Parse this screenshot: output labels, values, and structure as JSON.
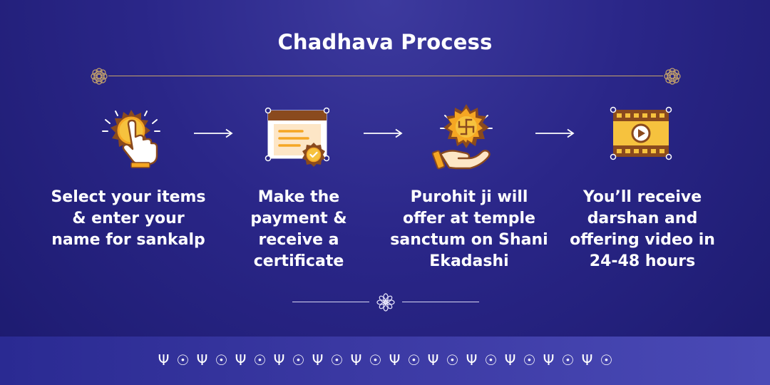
{
  "header": {
    "title": "Chadhava Process"
  },
  "steps": [
    {
      "icon": "tap-hand-icon",
      "text": "Select your items & enter your name for sankalp"
    },
    {
      "icon": "certificate-icon",
      "text": "Make the payment & receive a certificate"
    },
    {
      "icon": "offering-swastika-icon",
      "text": "Purohit ji will offer at temple sanctum on Shani Ekadashi"
    },
    {
      "icon": "video-icon",
      "text": "You’ll receive darshan and offering video in 24-48 hours"
    }
  ],
  "arrows": [
    "→",
    "→",
    "→"
  ],
  "colors": {
    "background": "#26237f",
    "gold": "#c7a46a",
    "orange": "#f5a623",
    "brown": "#8a4a1e",
    "yellow": "#f6c23e",
    "band": "#3c3aa4"
  },
  "footer_pattern": [
    "trishul",
    "planet",
    "trishul",
    "planet",
    "trishul",
    "planet",
    "trishul",
    "planet",
    "trishul",
    "planet",
    "trishul",
    "planet",
    "trishul",
    "planet",
    "trishul",
    "planet",
    "trishul",
    "planet",
    "trishul",
    "planet",
    "trishul",
    "planet",
    "trishul",
    "planet"
  ]
}
